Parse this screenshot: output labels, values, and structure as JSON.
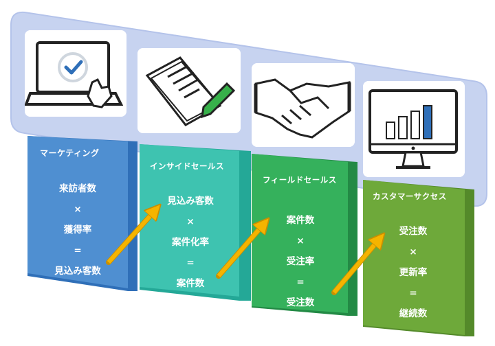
{
  "stages": [
    {
      "title": "マーケティング",
      "icon": "laptop-checkmark-icon",
      "formula": [
        "来訪者数",
        "×",
        "獲得率",
        "=",
        "見込み客数"
      ],
      "color": "#4f8fd1"
    },
    {
      "title": "インサイドセールス",
      "icon": "contract-pen-icon",
      "formula": [
        "見込み客数",
        "×",
        "案件化率",
        "=",
        "案件数"
      ],
      "color": "#3ec3b0"
    },
    {
      "title": "フィールドセールス",
      "icon": "handshake-icon",
      "formula": [
        "案件数",
        "×",
        "受注率",
        "=",
        "受注数"
      ],
      "color": "#35b15c"
    },
    {
      "title": "カスタマーサクセス",
      "icon": "monitor-chart-icon",
      "formula": [
        "受注数",
        "×",
        "更新率",
        "=",
        "継続数"
      ],
      "color": "#6ea93a"
    }
  ],
  "colors": {
    "banner": "#c7d3f0",
    "arrow": "#f5b400"
  }
}
